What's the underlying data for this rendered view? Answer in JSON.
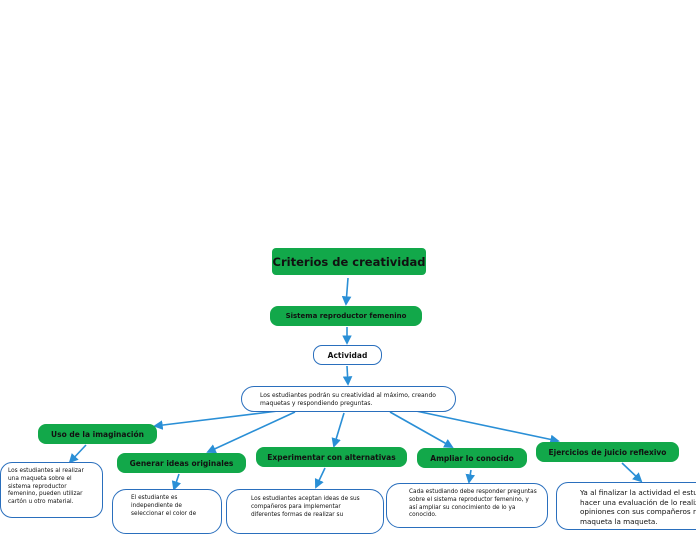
{
  "map": {
    "root": "Criterios de creatividad",
    "topic": "Sistema reproductor femenino",
    "activity": "Actividad",
    "description": "Los estudiantes podrán su creatividad al máximo, creando maquetas y respondiendo preguntas.",
    "branches": [
      {
        "label": "Uso de la imaginación",
        "text": "Los estudiantes al realizar una maqueta sobre el sistema reproductor femenino, pueden utilizar cartón u otro material."
      },
      {
        "label": "Generar ideas originales",
        "text": "El estudiante es independiente de seleccionar el color de"
      },
      {
        "label": "Experimentar con alternativas",
        "text": "Los estudiantes aceptan ideas de sus compañeros para implementar diferentes formas de realizar su"
      },
      {
        "label": "Ampliar lo conocido",
        "text": "Cada estudiando debe responder preguntas sobre el sistema reproductor femenino, y así ampliar su conocimiento de lo ya conocido."
      },
      {
        "label": "Ejercicios de juicio reflexivo",
        "text": "Ya al finalizar la actividad el estu hacer una evaluación de lo realiza opiniones con sus compañeros re maqueta la maqueta."
      }
    ]
  },
  "colors": {
    "node_green": "#12a84a",
    "connector_blue": "#2a8fd6",
    "border_blue": "#2a6fbd"
  }
}
